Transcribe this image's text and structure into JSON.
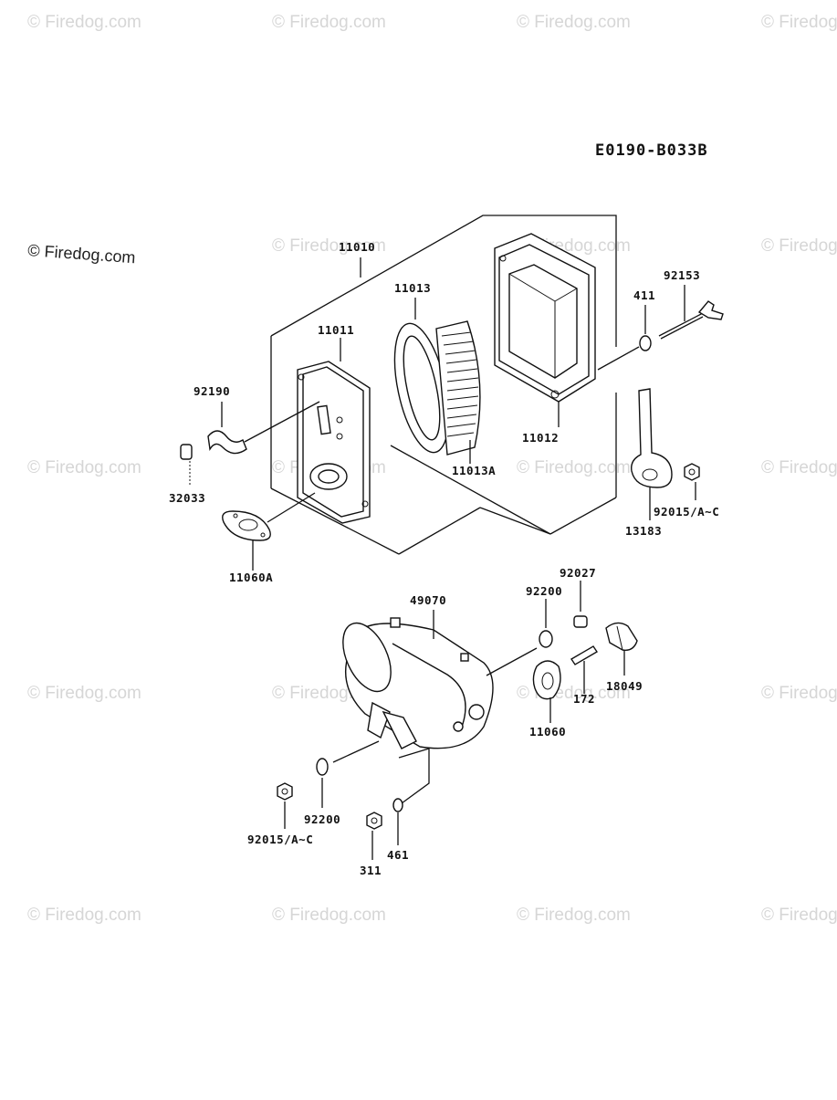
{
  "diagram_code": "E0190-B033B",
  "watermark_text": "© Firedog.com",
  "corner_watermark_text": "© Firedog.com",
  "labels": {
    "p11010": "11010",
    "p11013": "11013",
    "p11011": "11011",
    "p92190": "92190",
    "p32033": "32033",
    "p11060A": "11060A",
    "p11013A": "11013A",
    "p11012": "11012",
    "p411": "411",
    "p92153": "92153",
    "p92015_top": "92015/A~C",
    "p13183": "13183",
    "p92027": "92027",
    "p92200_top": "92200",
    "p49070": "49070",
    "p172": "172",
    "p18049": "18049",
    "p11060": "11060",
    "p92200_bot": "92200",
    "p92015_bot": "92015/A~C",
    "p311": "311",
    "p461": "461"
  }
}
